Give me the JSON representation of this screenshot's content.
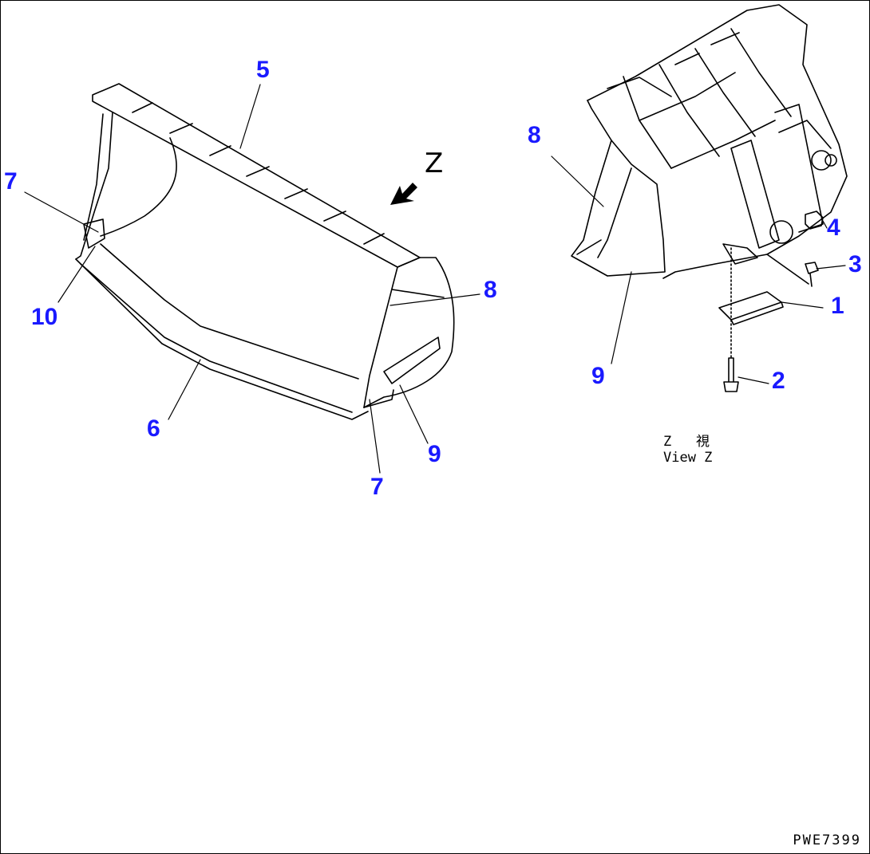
{
  "diagram": {
    "view_marker": "Z",
    "view_caption": {
      "line1": "Z   視",
      "line2": "View Z"
    },
    "drawing_id": "PWE7399",
    "callout_color": "#1a1aff",
    "callouts": {
      "left_5": "5",
      "left_7_top": "7",
      "left_10": "10",
      "left_8": "8",
      "left_6": "6",
      "left_9": "9",
      "left_7_bottom": "7",
      "right_8": "8",
      "right_9": "9",
      "right_4": "4",
      "right_3": "3",
      "right_1": "1",
      "right_2": "2"
    }
  }
}
